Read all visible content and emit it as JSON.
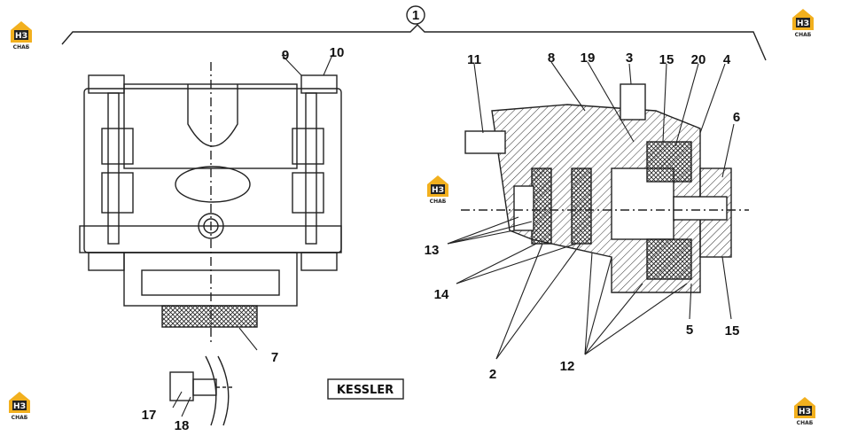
{
  "callouts": {
    "c1": "1",
    "c2": "2",
    "c3": "3",
    "c4": "4",
    "c5": "5",
    "c6": "6",
    "c7": "7",
    "c8": "8",
    "c9": "9",
    "c10": "10",
    "c11": "11",
    "c12": "12",
    "c13": "13",
    "c14": "14",
    "c15a": "15",
    "c15b": "15",
    "c17": "17",
    "c18": "18",
    "c19": "19",
    "c20": "20"
  },
  "brand_box": "KESSLER",
  "logo": {
    "mark": "НЗ",
    "sub": "СНАБ",
    "color": "#f2b01e"
  }
}
